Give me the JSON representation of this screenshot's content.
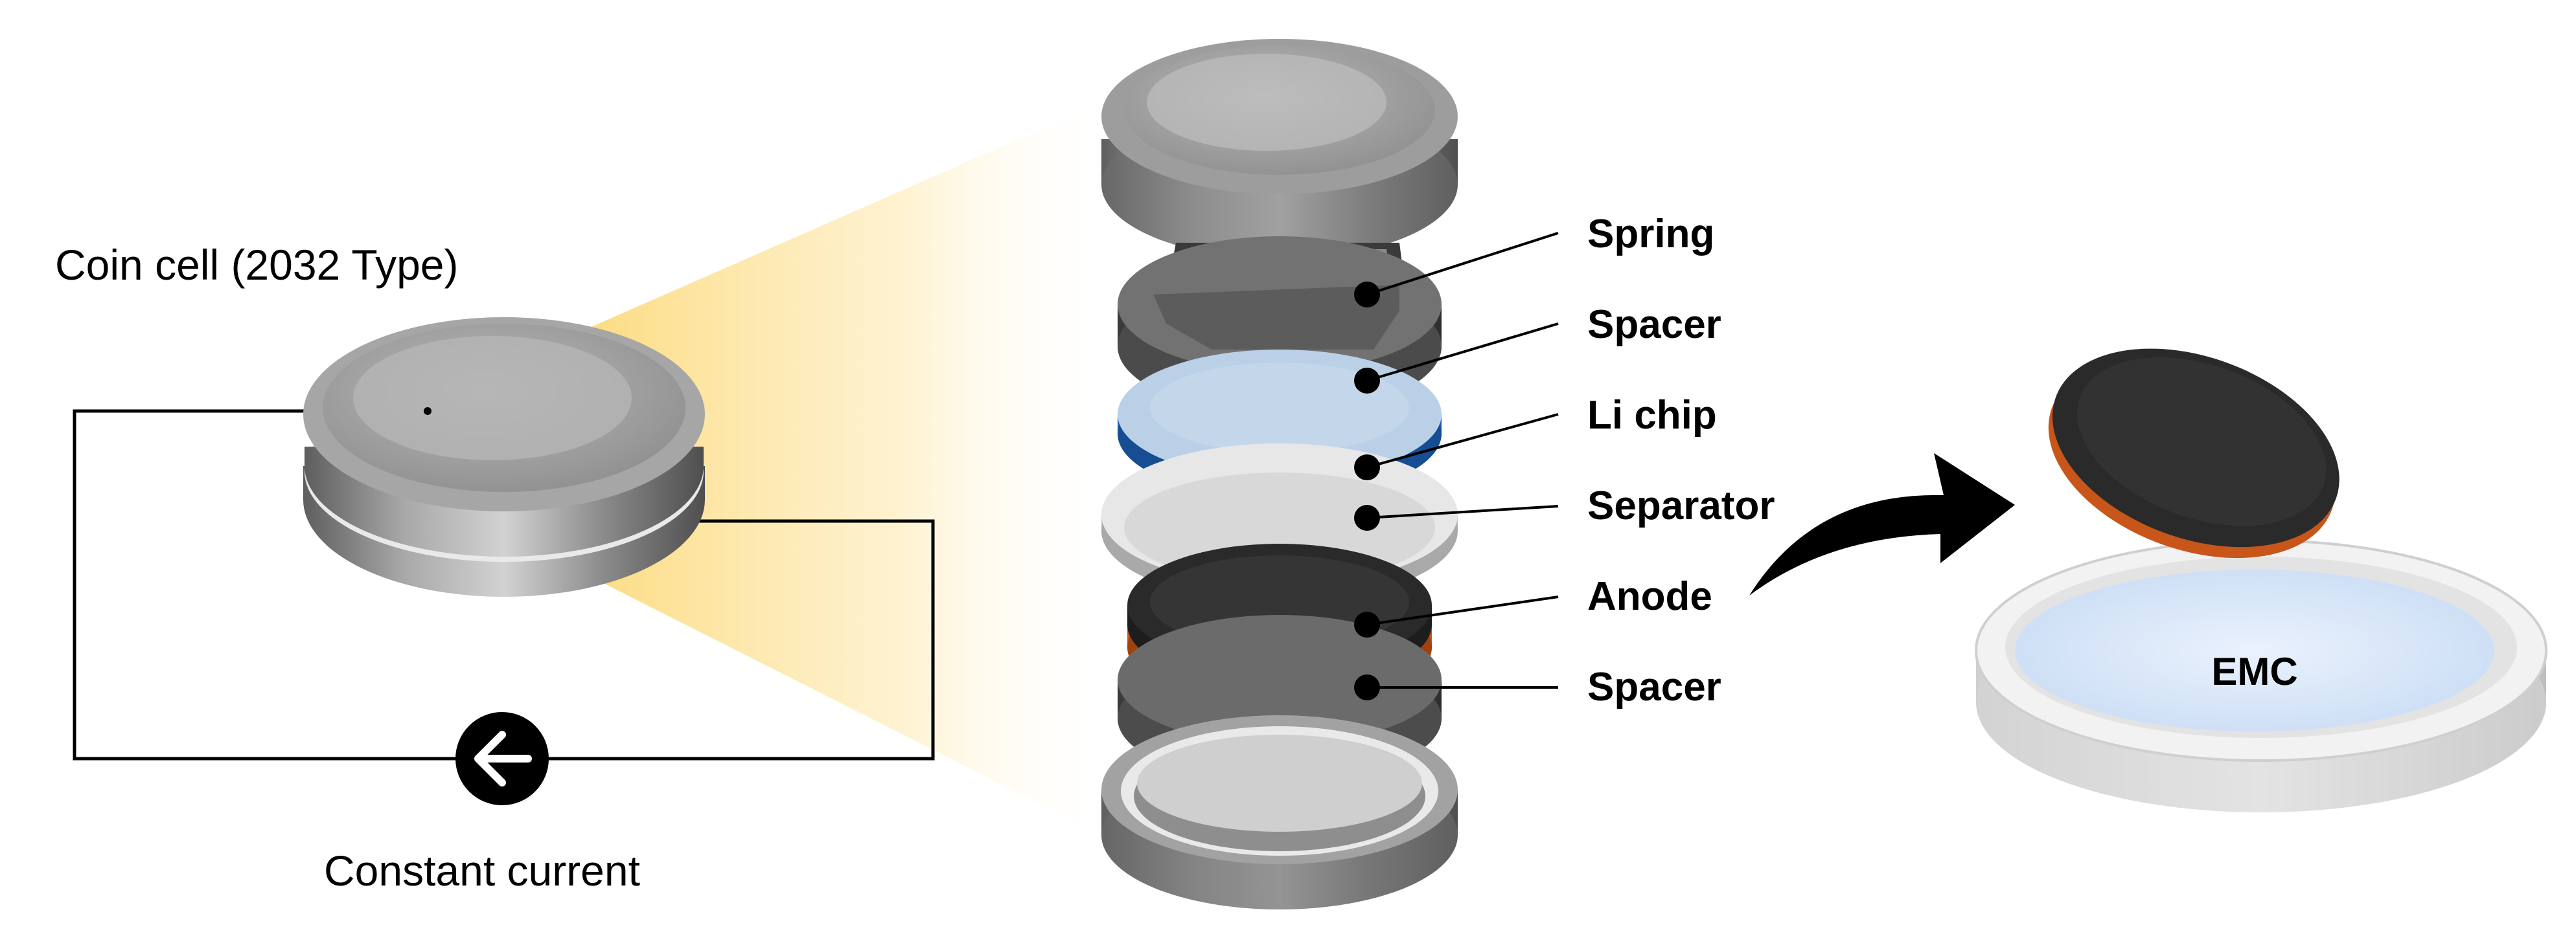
{
  "coin_cell": {
    "title": "Coin cell (2032 Type)",
    "current_label": "Constant current"
  },
  "components": [
    {
      "label": "Spring"
    },
    {
      "label": "Spacer"
    },
    {
      "label": "Li chip"
    },
    {
      "label": "Separator"
    },
    {
      "label": "Anode"
    },
    {
      "label": "Spacer"
    }
  ],
  "dish": {
    "label": "EMC"
  },
  "colors": {
    "casing": "#8f8f8f",
    "li_chip": "#b9d0e6",
    "li_chip_edge": "#1f5fb0",
    "anode": "#2a2a2a",
    "anode_foil": "#c8551a",
    "cone": "#fde8a6"
  }
}
